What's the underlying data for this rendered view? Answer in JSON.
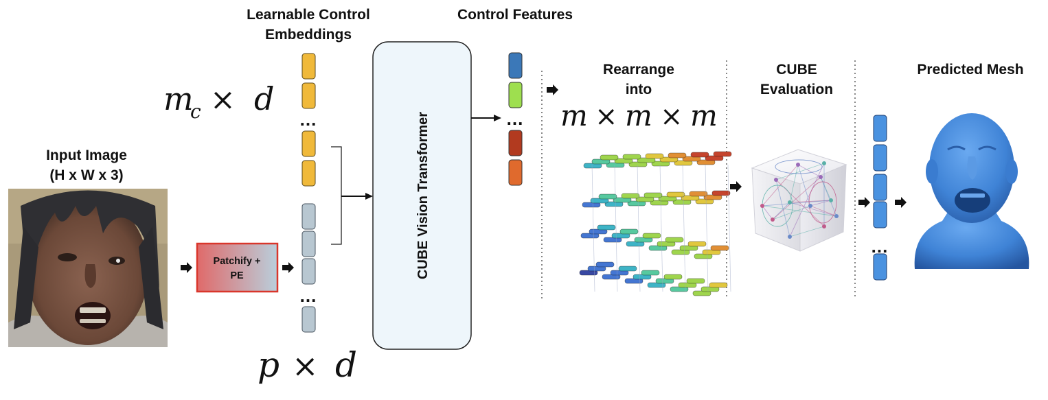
{
  "labels": {
    "input_title_1": "Input Image",
    "input_title_2": "(H x W x 3)",
    "patchify_1": "Patchify +",
    "patchify_2": "PE",
    "learnable_1": "Learnable Control",
    "learnable_2": "Embeddings",
    "transformer": "CUBE Vision Transformer",
    "control_features": "Control Features",
    "rearrange_1": "Rearrange",
    "rearrange_2": "into",
    "cube_eval_1": "CUBE",
    "cube_eval_2": "Evaluation",
    "predicted_mesh": "Predicted Mesh",
    "ellipsis": "..."
  },
  "math": {
    "mc_var": "m",
    "mc_sub": "c",
    "times": "×",
    "d_var": "d",
    "p_var": "p",
    "m_var": "m"
  },
  "colors": {
    "control_embedding": "#f0b93a",
    "patch_token": "#b8c7d1",
    "patchify_left": "#e06a6a",
    "patchify_right": "#b9cfdc",
    "patchify_border": "#d9362b",
    "transformer_fill": "#eef6fb",
    "feature_tokens": [
      "#3b78b8",
      "#9edf4f",
      "#b23a1f",
      "#e06a2d"
    ],
    "output_tokens": "#4a92e0",
    "mesh": "#3f83d6"
  },
  "grid_palette": [
    "#2e3f9e",
    "#3a6fd0",
    "#34b0c4",
    "#4fc79a",
    "#9ad344",
    "#e0c534",
    "#e08a2b",
    "#c23a22",
    "#7a1c1c"
  ]
}
